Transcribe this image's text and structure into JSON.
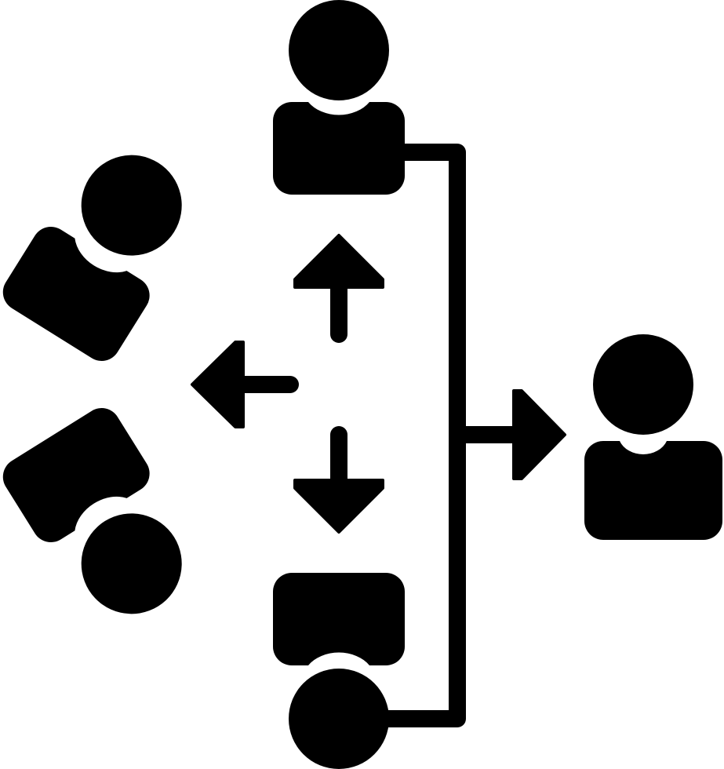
{
  "icon": {
    "name": "team-distribution-icon",
    "style": "glyph",
    "foreground": "#000000",
    "background": "#ffffff"
  },
  "nodes": [
    {
      "name": "person-top",
      "icon": "user-icon"
    },
    {
      "name": "person-upper-left",
      "icon": "user-icon"
    },
    {
      "name": "person-lower-left",
      "icon": "user-icon"
    },
    {
      "name": "person-bottom",
      "icon": "user-icon"
    },
    {
      "name": "person-right",
      "icon": "user-icon"
    }
  ],
  "arrows": [
    {
      "name": "arrow-up",
      "icon": "arrow-up-icon"
    },
    {
      "name": "arrow-left",
      "icon": "arrow-left-icon"
    },
    {
      "name": "arrow-down",
      "icon": "arrow-down-icon"
    },
    {
      "name": "arrow-right",
      "icon": "arrow-right-icon"
    }
  ]
}
